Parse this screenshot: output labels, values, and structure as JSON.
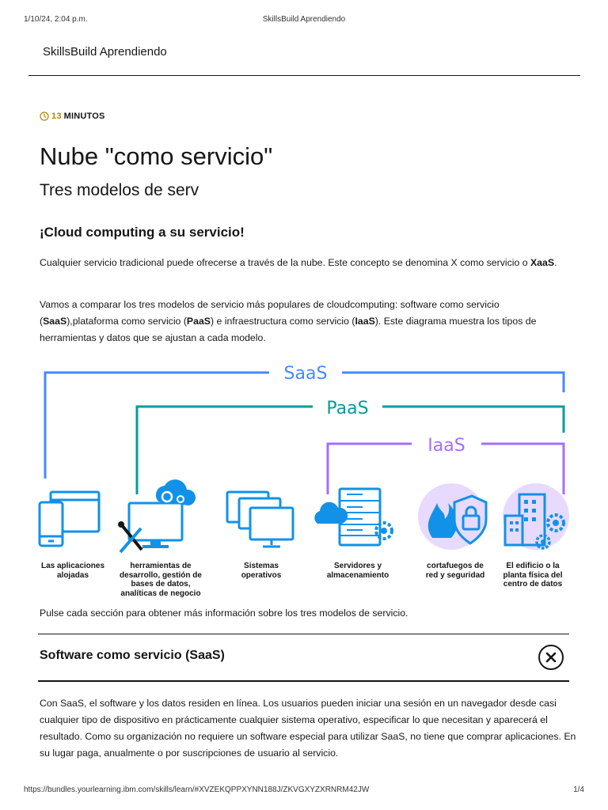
{
  "print_header": {
    "datetime": "1/10/24, 2:04 p.m.",
    "title": "SkillsBuild Aprendiendo"
  },
  "site_title": "SkillsBuild Aprendiendo",
  "duration": {
    "value": "13",
    "unit": "MINUTOS",
    "icon": "clock-icon",
    "accent": "#b28600"
  },
  "title": "Nube \"como servicio\"",
  "subtitle": "Tres modelos de serv",
  "section_heading": "¡Cloud computing a su servicio!",
  "intro": {
    "p1_a": "Cualquier servicio tradicional puede ofrecerse a través de la nube. Este concepto se denomina X como servicio o ",
    "p1_b": "XaaS",
    "p1_c": ".",
    "p2_a": "Vamos a comparar los tres modelos de servicio más populares de cloudcomputing: software como servicio (",
    "p2_saas": "SaaS",
    "p2_b": "),plataforma como servicio (",
    "p2_paas": "PaaS",
    "p2_c": ") e infraestructura como servicio (",
    "p2_iaas": "IaaS",
    "p2_d": "). Este diagrama muestra los tipos de herramientas y datos que se ajustan a cada modelo."
  },
  "diagram": {
    "bracket_labels": {
      "saas": "SaaS",
      "paas": "PaaS",
      "iaas": "IaaS"
    },
    "colors": {
      "saas": "#4589ff",
      "paas": "#009d9a",
      "iaas": "#a56eff",
      "icon": "#1192e8",
      "icon_bg": "#e8daff",
      "dark": "#161616"
    },
    "items": [
      {
        "icon": "devices-icon",
        "label": "Las aplicaciones alojadas"
      },
      {
        "icon": "dev-tools-icon",
        "label": "herramientas de desarrollo, gestión de bases de datos, analíticas de negocio"
      },
      {
        "icon": "os-windows-icon",
        "label": "Sistemas operativos"
      },
      {
        "icon": "server-cloud-icon",
        "label": "Servidores y almacenamiento"
      },
      {
        "icon": "firewall-lock-icon",
        "label": "cortafuegos de red y seguridad"
      },
      {
        "icon": "datacenter-building-icon",
        "label": "El edificio o la planta física del centro de datos"
      }
    ]
  },
  "instruction": "Pulse cada sección para obtener más información sobre los tres modelos de servicio.",
  "accordion": {
    "title": "Software como servicio (SaaS)",
    "close_icon": "close-icon",
    "body": "Con SaaS, el software y los datos residen en línea. Los usuarios pueden iniciar una sesión en un navegador desde casi cualquier tipo de dispositivo en prácticamente cualquier sistema operativo, especificar lo que necesitan y aparecerá el resultado. Como su organización no requiere un software especial para utilizar SaaS, no tiene que comprar aplicaciones. En su lugar paga, anualmente o por suscripciones de usuario al servicio."
  },
  "print_footer": {
    "url": "https://bundles.yourlearning.ibm.com/skills/learn/#XVZEKQPPXYNN188J/ZKVGXYZXRNRM42JW",
    "page": "1/4"
  }
}
